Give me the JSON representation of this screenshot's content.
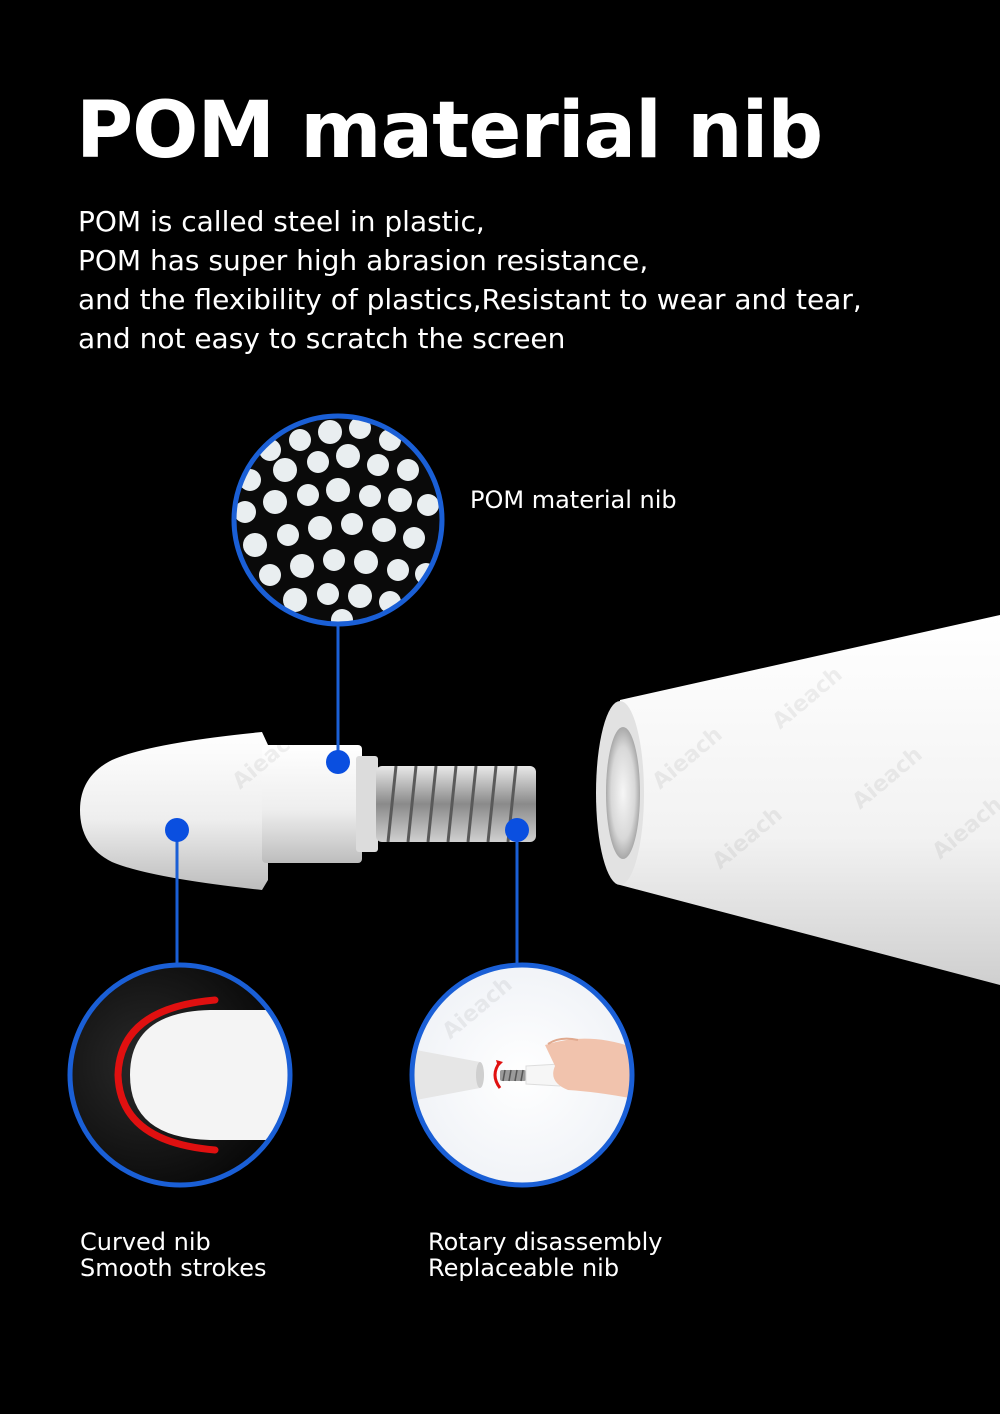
{
  "title": "POM material nib",
  "description": [
    "POM is called steel in plastic,",
    "POM has super high abrasion resistance,",
    "and the flexibility of plastics,Resistant to wear and tear,",
    "and not easy to scratch the screen"
  ],
  "callouts": {
    "pom": "POM material nib",
    "curved": [
      "Curved nib",
      "Smooth strokes"
    ],
    "rotary": [
      "Rotary disassembly",
      "Replaceable nib"
    ]
  },
  "watermark": "Aieach",
  "colors": {
    "background": "#000000",
    "accent_blue": "#1a5fd6",
    "dot_blue": "#0a4fe0",
    "highlight_red": "#e01010"
  }
}
